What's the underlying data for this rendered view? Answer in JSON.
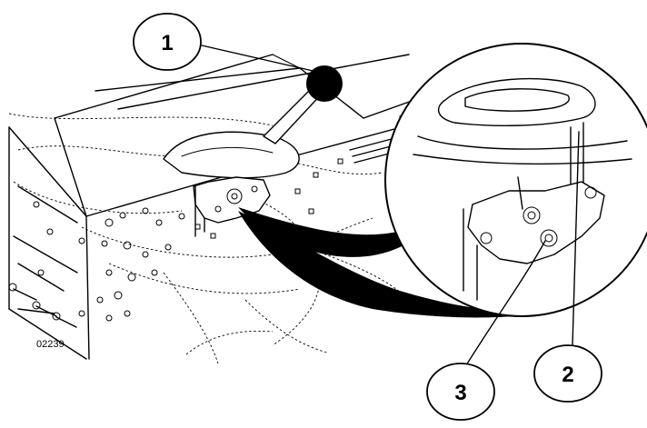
{
  "callouts": [
    {
      "id": "1",
      "label": "1"
    },
    {
      "id": "2",
      "label": "2"
    },
    {
      "id": "3",
      "label": "3"
    }
  ],
  "figure_id": "02239",
  "colors": {
    "ink": "#000000",
    "paper": "#ffffff"
  }
}
